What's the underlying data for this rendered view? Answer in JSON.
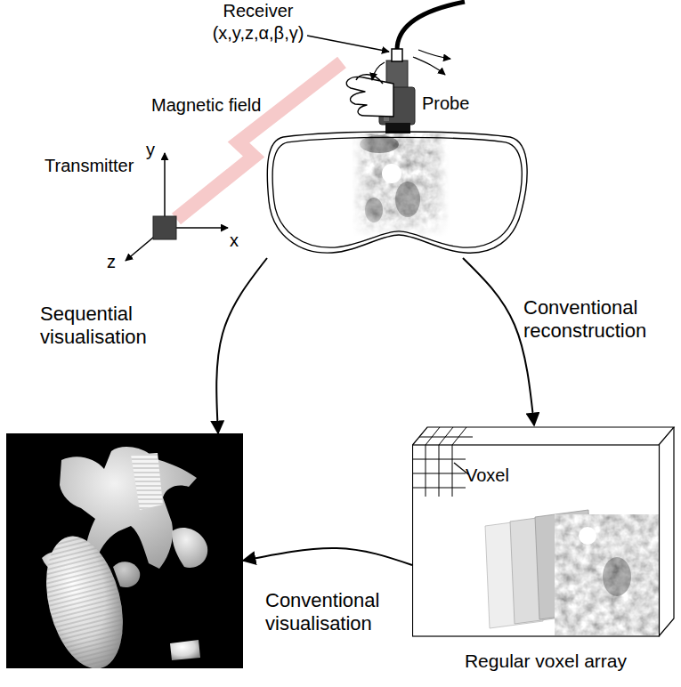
{
  "diagram": {
    "nodes": [
      {
        "text": []
      },
      {
        "text": []
      },
      {
        "text": [
          "Regular voxel array"
        ]
      }
    ],
    "edges": [
      {
        "from": 0,
        "to": 1,
        "arrow": "to",
        "label": "Sequential visualisation"
      },
      {
        "from": 0,
        "to": 2,
        "arrow": "to",
        "label": "Conventional reconstruction"
      },
      {
        "from": 2,
        "to": 1,
        "arrow": "to",
        "label": "Conventional visualisation"
      }
    ],
    "labels": [
      "Receiver (x,y,z,α,β,γ)",
      "Magnetic field",
      "Probe",
      "Transmitter",
      "y",
      "x",
      "z",
      "Voxel"
    ]
  }
}
